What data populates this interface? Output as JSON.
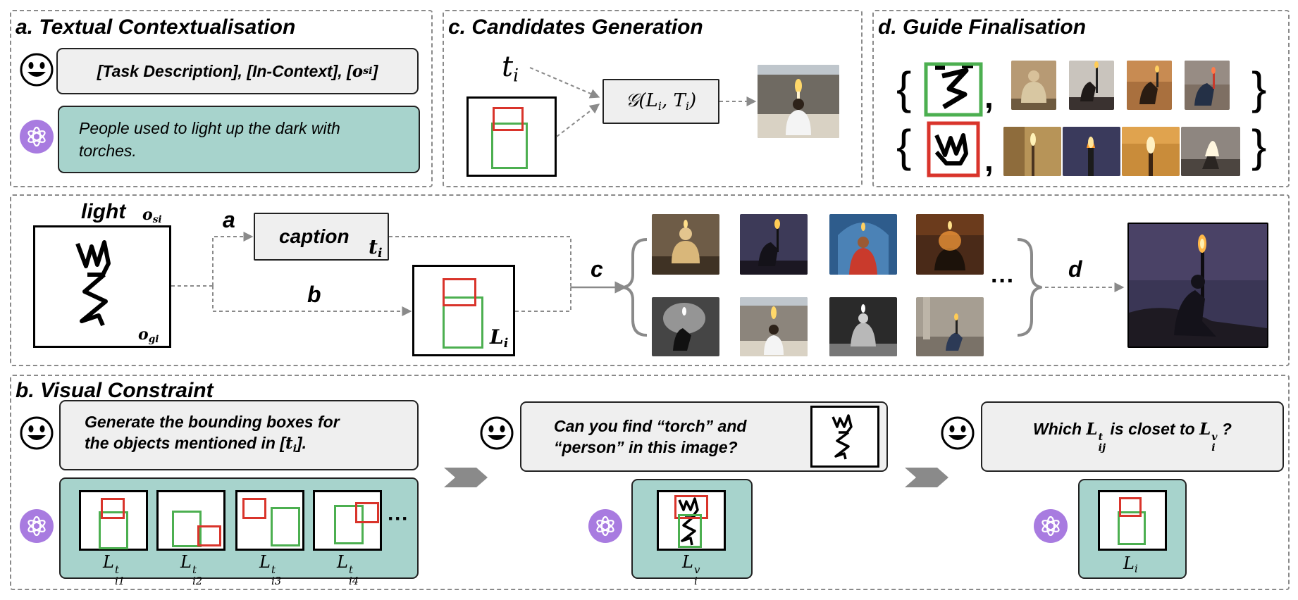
{
  "panels": {
    "a": {
      "title": "a. Textual Contextualisation",
      "prompt_text": "[Task Description], [In-Context], [",
      "prompt_sym": "o",
      "prompt_sub": "si",
      "prompt_end": "]",
      "response": "People used to light up the dark with torches."
    },
    "c": {
      "title": "c. Candidates Generation",
      "t_sym": "t",
      "t_sub": "i",
      "g_func": "𝒢(L",
      "g_sub1": "i",
      "g_mid": ", T",
      "g_sub2": "i",
      "g_end": ")"
    },
    "d": {
      "title": "d. Guide Finalisation",
      "brace_open": "{",
      "brace_close": "}",
      "comma": ","
    },
    "main": {
      "word": "light",
      "o_si_sym": "o",
      "o_si_sub": "si",
      "o_gi_sym": "o",
      "o_gi_sub": "gi",
      "step_a": "a",
      "step_b": "b",
      "step_c": "c",
      "step_d": "d",
      "caption": "caption",
      "t_sym": "t",
      "t_sub": "i",
      "L_sym": "L",
      "L_sub": "i",
      "ellipsis": "···"
    },
    "b": {
      "title": "b. Visual Constraint",
      "q1_line1": "Generate the bounding boxes for",
      "q1_line2a": "the objects mentioned in [",
      "q1_sym": "t",
      "q1_sub": "i",
      "q1_line2b": "].",
      "q2_line1": "Can you find  “torch” and",
      "q2_line2": "“person” in this image?",
      "q3_a": "Which ",
      "q3_sym1": "L",
      "q3_sup1": "t",
      "q3_sub1": "ij",
      "q3_mid": " is closet to ",
      "q3_sym2": "L",
      "q3_sup2": "v",
      "q3_sub2": "i",
      "q3_end": " ?",
      "layout_labels": [
        {
          "sym": "L",
          "sup": "t",
          "sub": "i1"
        },
        {
          "sym": "L",
          "sup": "t",
          "sub": "i2"
        },
        {
          "sym": "L",
          "sup": "t",
          "sub": "i3"
        },
        {
          "sym": "L",
          "sup": "t",
          "sub": "i4"
        }
      ],
      "ellipsis": "···",
      "visual_label": {
        "sym": "L",
        "sup": "v",
        "sub": "i"
      },
      "final_label": {
        "sym": "L",
        "sub": "i"
      }
    }
  },
  "colors": {
    "teal": "#a7d3cc",
    "gray_bubble": "#efefef",
    "red_box": "#d9342b",
    "green_box": "#4caf50",
    "gpt_purple": "#a87be0",
    "arrow": "#8a8a8a"
  },
  "icons": {
    "user": "smiley-face-icon",
    "assistant": "chatgpt-logo-icon"
  }
}
